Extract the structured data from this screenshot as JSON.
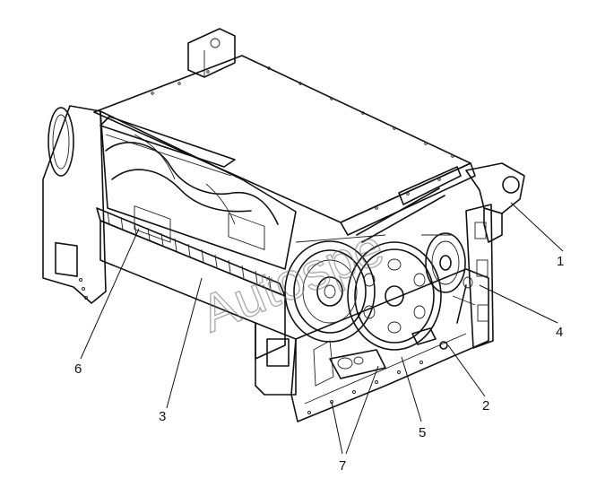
{
  "callouts": [
    {
      "id": "1",
      "label": "1"
    },
    {
      "id": "2",
      "label": "2"
    },
    {
      "id": "3",
      "label": "3"
    },
    {
      "id": "4",
      "label": "4"
    },
    {
      "id": "5",
      "label": "5"
    },
    {
      "id": "6",
      "label": "6"
    },
    {
      "id": "7",
      "label": "7"
    }
  ],
  "watermark": "Autospe",
  "colors": {
    "line": "#111111",
    "background": "#ffffff"
  }
}
